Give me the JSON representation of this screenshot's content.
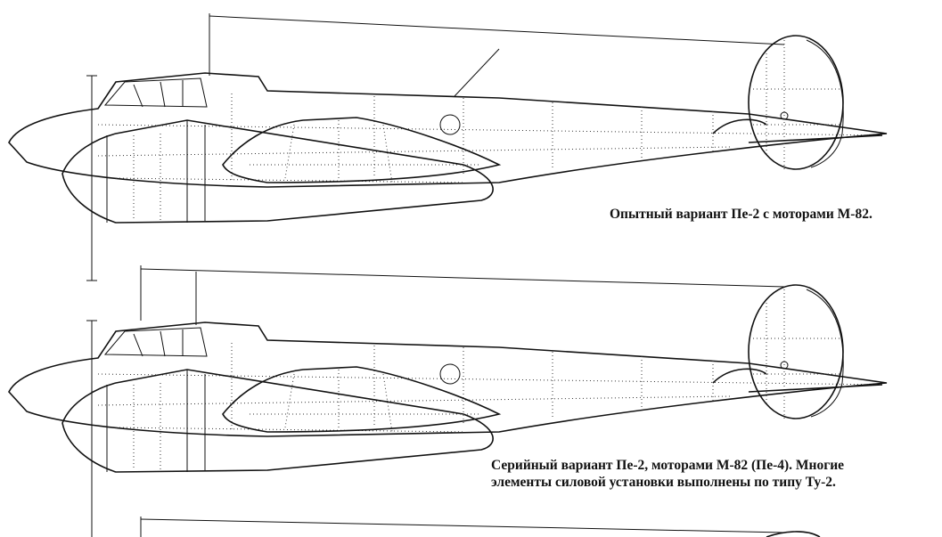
{
  "captions": {
    "prototype": "Опытный вариант Пе-2 с моторами М-82.",
    "serial_line1": "Серийный вариант Пе-2, моторами М-82 (Пе-4). Многие",
    "serial_line2": "элементы силовой установки выполнены по типу Ту-2."
  }
}
